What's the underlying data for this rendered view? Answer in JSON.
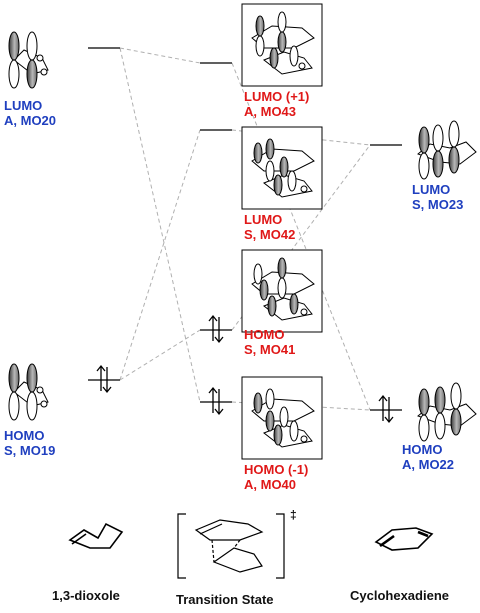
{
  "left_orbitals": {
    "lumo": {
      "line1": "LUMO",
      "line2": "A, MO20"
    },
    "homo": {
      "line1": "HOMO",
      "line2": "S, MO19"
    }
  },
  "center_orbitals": {
    "lumo_plus1": {
      "line1": "LUMO (+1)",
      "line2": "A, MO43"
    },
    "lumo": {
      "line1": "LUMO",
      "line2": "S, MO42"
    },
    "homo": {
      "line1": "HOMO",
      "line2": "S, MO41"
    },
    "homo_minus1": {
      "line1": "HOMO (-1)",
      "line2": "A, MO40"
    }
  },
  "right_orbitals": {
    "lumo": {
      "line1": "LUMO",
      "line2": "S, MO23"
    },
    "homo": {
      "line1": "HOMO",
      "line2": "A, MO22"
    }
  },
  "bottom_labels": {
    "left": "1,3-dioxole",
    "center": "Transition State",
    "right": "Cyclohexadiene",
    "ts_symbol": "‡"
  },
  "colors": {
    "fragment_label": "#1f3fbf",
    "ts_label": "#e01818",
    "connector": "#b0b0b0"
  }
}
